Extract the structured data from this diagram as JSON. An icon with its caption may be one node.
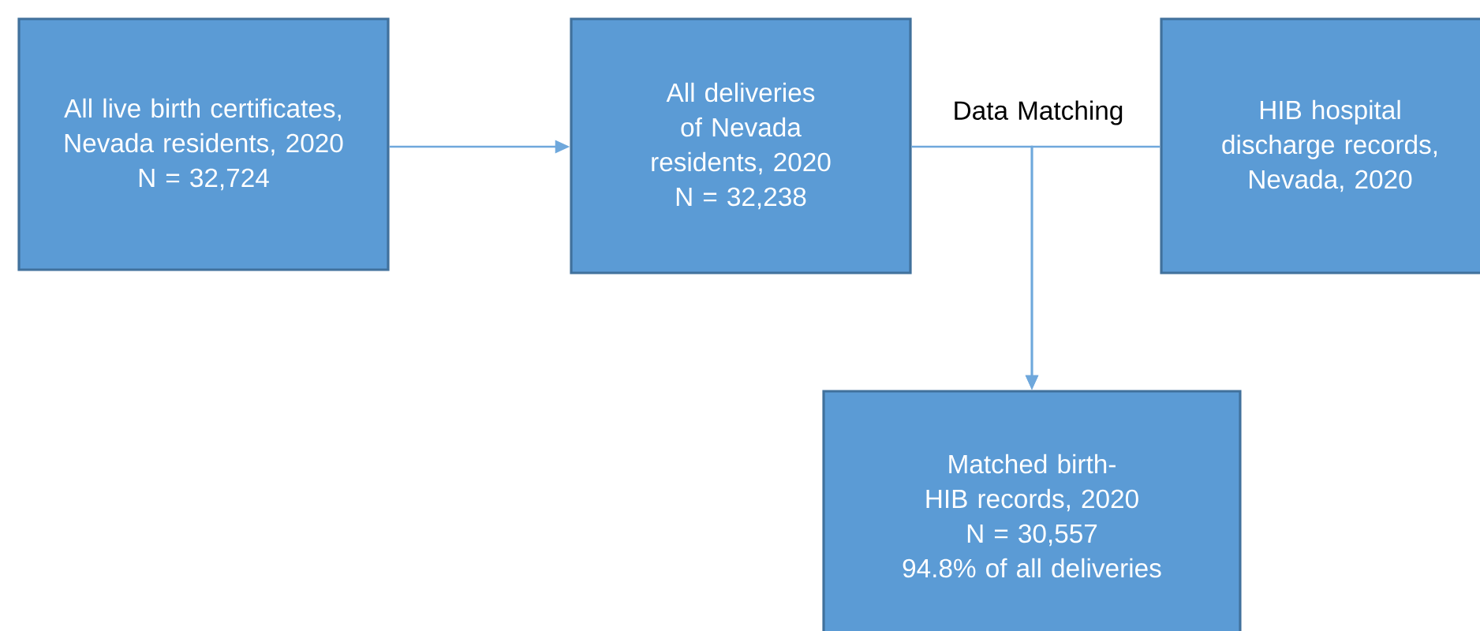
{
  "diagram": {
    "nodes": [
      {
        "text": [
          "All live birth certificates, Nevada residents, 2020",
          "N = 32,724"
        ]
      },
      {
        "text": [
          "All deliveries of Nevada residents, 2020",
          "N = 32,238"
        ]
      },
      {
        "text": [
          "HIB hospital discharge records, Nevada, 2020"
        ]
      },
      {
        "text": [
          "Matched birth-HIB records, 2020",
          "N = 30,557",
          "94.8% of all deliveries"
        ]
      }
    ],
    "edges": [
      {
        "from": 0,
        "to": 1,
        "arrow": "to"
      },
      {
        "from": 1,
        "to": 3,
        "arrow": "to"
      },
      {
        "from": 2,
        "to": 3,
        "arrow": "to"
      }
    ],
    "labels": [
      "Data Matching"
    ]
  }
}
